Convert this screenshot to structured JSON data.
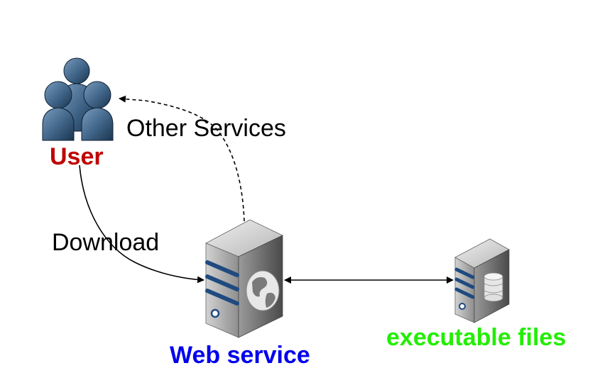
{
  "nodes": {
    "user": {
      "label": "User",
      "color": "#c00000",
      "icon": "users-group-icon"
    },
    "web_service": {
      "label": "Web service",
      "color": "#0000ee",
      "icon": "web-server-globe-icon"
    },
    "executable_files": {
      "label": "executable files",
      "color": "#22ee00",
      "icon": "database-server-icon"
    }
  },
  "edges": {
    "download": {
      "label": "Download",
      "style": "solid",
      "from": "user",
      "to": "web_service"
    },
    "other_services": {
      "label": "Other Services",
      "style": "dashed",
      "from": "web_service",
      "to": "user"
    },
    "storage": {
      "label": "",
      "style": "solid",
      "direction": "bidirectional",
      "from": "web_service",
      "to": "executable_files"
    }
  }
}
